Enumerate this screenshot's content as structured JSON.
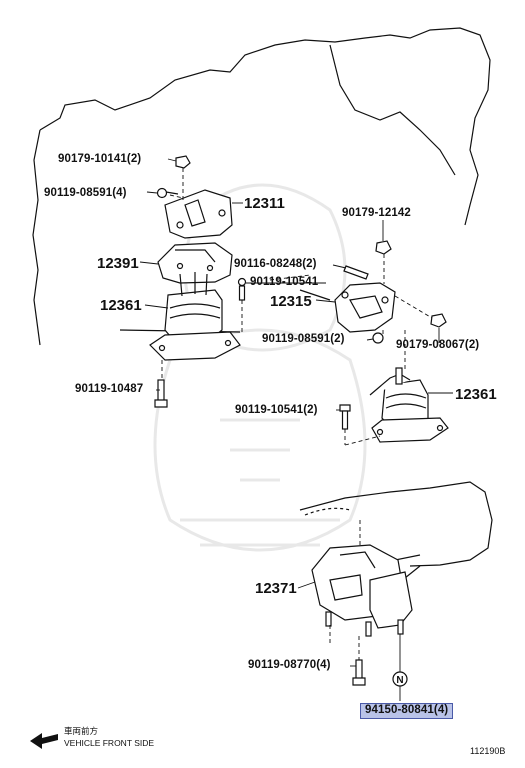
{
  "labels": {
    "l1": "90179-10141(2)",
    "l2": "90119-08591(4)",
    "l3": "12311",
    "l4": "12391",
    "l5": "90116-08248(2)",
    "l6": "90119-10541",
    "l7": "12361",
    "l8": "12315",
    "l9": "90179-12142",
    "l10": "90119-08591(2)",
    "l11": "90179-08067(2)",
    "l12": "90119-10487",
    "l13": "90119-10541(2)",
    "l14": "12361",
    "l15": "12371",
    "l16": "90119-08770(4)",
    "l17": "94150-80841(4)"
  },
  "n_marker": "N",
  "front_note": {
    "jp": "車両前方",
    "en": "VEHICLE FRONT SIDE"
  },
  "diagram_code": "112190B",
  "highlight_color": "#b9c3e8"
}
